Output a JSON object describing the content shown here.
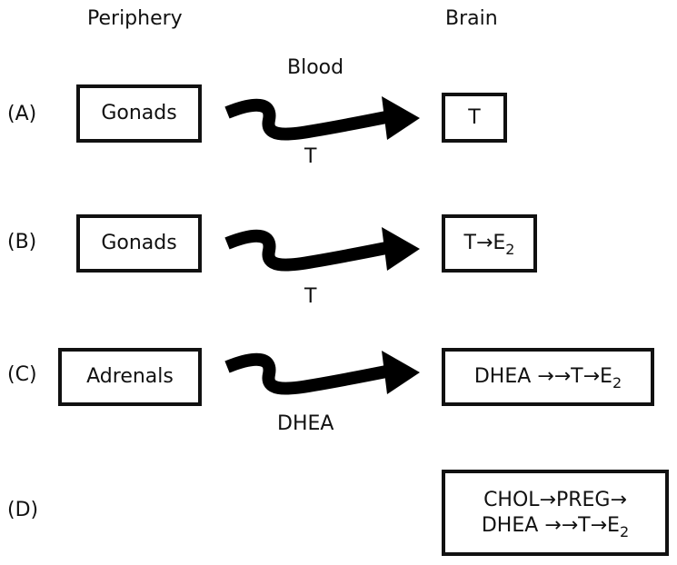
{
  "headers": {
    "periphery": "Periphery",
    "brain": "Brain",
    "blood": "Blood"
  },
  "rows": [
    {
      "label": "(A)",
      "source": "Gonads",
      "carrier": "T",
      "target": {
        "pre": "T",
        "sub": ""
      }
    },
    {
      "label": "(B)",
      "source": "Gonads",
      "carrier": "T",
      "target": {
        "pre": "T→E",
        "sub": "2"
      }
    },
    {
      "label": "(C)",
      "source": "Adrenals",
      "carrier": "DHEA",
      "target": {
        "pre": "DHEA →→T→E",
        "sub": "2"
      }
    },
    {
      "label": "(D)",
      "source": "",
      "carrier": "",
      "target": {
        "line1": "CHOL→PREG→",
        "pre": "DHEA →→T→E",
        "sub": "2"
      }
    }
  ]
}
